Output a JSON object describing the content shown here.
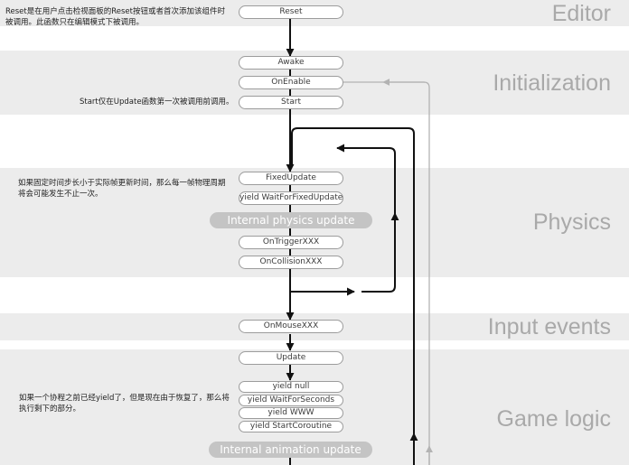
{
  "sections": {
    "editor": "Editor",
    "initialization": "Initialization",
    "physics": "Physics",
    "input_events": "Input events",
    "game_logic": "Game logic"
  },
  "nodes": {
    "reset": "Reset",
    "awake": "Awake",
    "onenable": "OnEnable",
    "start": "Start",
    "fixedupdate": "FixedUpdate",
    "yield_fixed": "yield WaitForFixedUpdate",
    "physics_update": "Internal physics update",
    "ontrigger": "OnTriggerXXX",
    "oncollision": "OnCollisionXXX",
    "onmouse": "OnMouseXXX",
    "update": "Update",
    "yield_null": "yield null",
    "yield_seconds": "yield WaitForSeconds",
    "yield_www": "yield WWW",
    "yield_coroutine": "yield StartCoroutine",
    "animation_update": "Internal animation update"
  },
  "notes": {
    "reset_line1": "Reset是在用户点击检视面板的Reset按钮或者首次添加该组件时",
    "reset_line2": "被调用。此函数只在编辑模式下被调用。",
    "start": "Start仅在Update函数第一次被调用前调用。",
    "physics_line1": "如果固定时间步长小于实际帧更新时间，那么每一帧物理周期",
    "physics_line2": "将会可能发生不止一次。",
    "coroutine_line1": "如果一个协程之前已经yield了，但是现在由于恢复了，那么将",
    "coroutine_line2": "执行剩下的部分。"
  },
  "colors": {
    "band": "#ececec",
    "title": "#a9a9a9",
    "arrow": "#111111",
    "arrow_light": "#b3b3b3",
    "grey_node": "#c4c4c4"
  }
}
